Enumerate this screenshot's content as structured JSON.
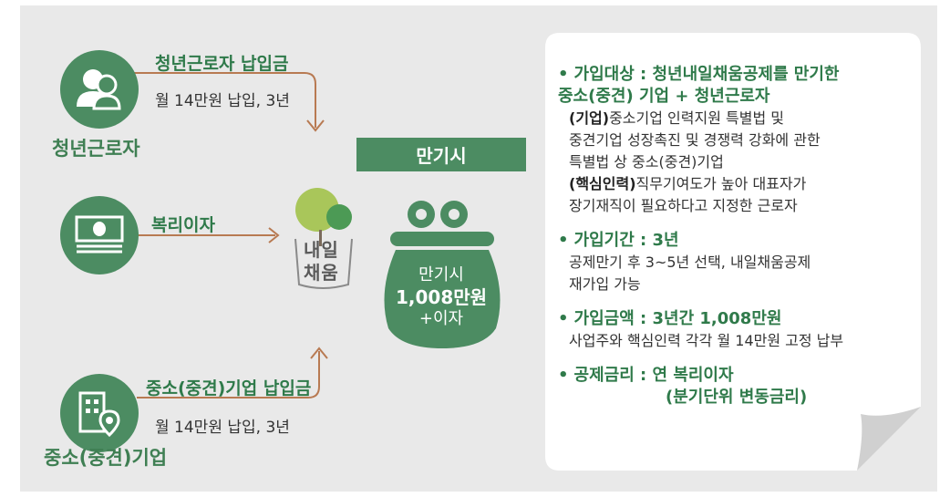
{
  "actors": {
    "youth": {
      "name": "청년근로자"
    },
    "sme": {
      "name": "중소(중견)기업"
    }
  },
  "flows": {
    "youth": {
      "label": "청년근로자 납입금",
      "detail": "월 14만원 납입, 3년"
    },
    "interest": {
      "label": "복리이자"
    },
    "sme": {
      "label": "중소(중견)기업 납입금",
      "detail": "월 14만원 납입, 3년"
    }
  },
  "logo": {
    "line1": "내일",
    "line2": "채움"
  },
  "maturity": {
    "header": "만기시",
    "line1": "만기시",
    "amount": "1,008만원",
    "line3": "+이자"
  },
  "info": {
    "bullet": "•",
    "eligibility": {
      "heading": "가입대상 : 청년내일채움공제를 만기한",
      "heading2": "중소(중견) 기업 + 청년근로자",
      "company_tag": "(기업)",
      "company_desc1": "중소기업 인력지원 특별법 및",
      "company_desc2": "중견기업 성장촉진 및 경쟁력 강화에 관한",
      "company_desc3": "특별법 상 중소(중견)기업",
      "talent_tag": "(핵심인력)",
      "talent_desc1": "직무기여도가 높아 대표자가",
      "talent_desc2": "장기재직이 필요하다고 지정한 근로자"
    },
    "period": {
      "heading": "가입기간 : 3년",
      "desc1": "공제만기 후 3~5년 선택, 내일채움공제",
      "desc2": "재가입 가능"
    },
    "amount": {
      "heading": "가입금액 : 3년간 1,008만원",
      "desc": "사업주와 핵심인력 각각 월 14만원 고정 납부"
    },
    "rate": {
      "heading": "공제금리 : 연 복리이자",
      "sub": "(분기단위 변동금리)"
    }
  },
  "colors": {
    "accent_green": "#4c8c62",
    "label_green": "#2f7a4a",
    "arrow_brown": "#b87a52",
    "panel_gray": "#e9e9e9"
  }
}
